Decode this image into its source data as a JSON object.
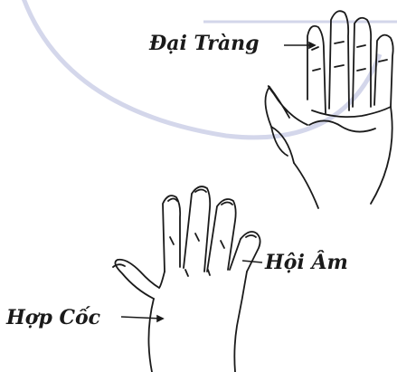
{
  "labels": {
    "dai_trang": "Đại Tràng",
    "hoi_am": "Hội Âm",
    "hop_coc": "Hợp Cốc"
  },
  "colors": {
    "ink": "#1a1a1a",
    "watermark": "#c9cde6"
  }
}
